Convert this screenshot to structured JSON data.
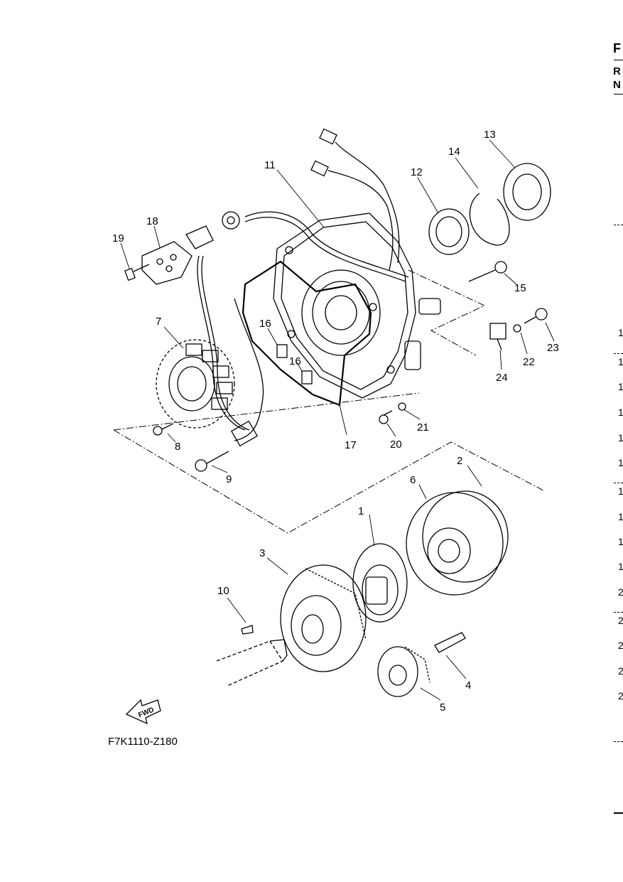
{
  "figure_code": "F7K1110-Z180",
  "fwd_label": "FWD",
  "callouts": [
    "1",
    "2",
    "3",
    "4",
    "5",
    "6",
    "7",
    "8",
    "9",
    "10",
    "11",
    "12",
    "13",
    "14",
    "15",
    "16",
    "16",
    "17",
    "18",
    "19",
    "20",
    "21",
    "22",
    "23",
    "24"
  ],
  "right_edge": {
    "header_letters": [
      "F",
      "R",
      "N"
    ],
    "row_digits": [
      "1",
      "1",
      "1",
      "1",
      "1",
      "1",
      "1",
      "1",
      "1",
      "1",
      "2",
      "2",
      "2",
      "2",
      "2"
    ]
  }
}
